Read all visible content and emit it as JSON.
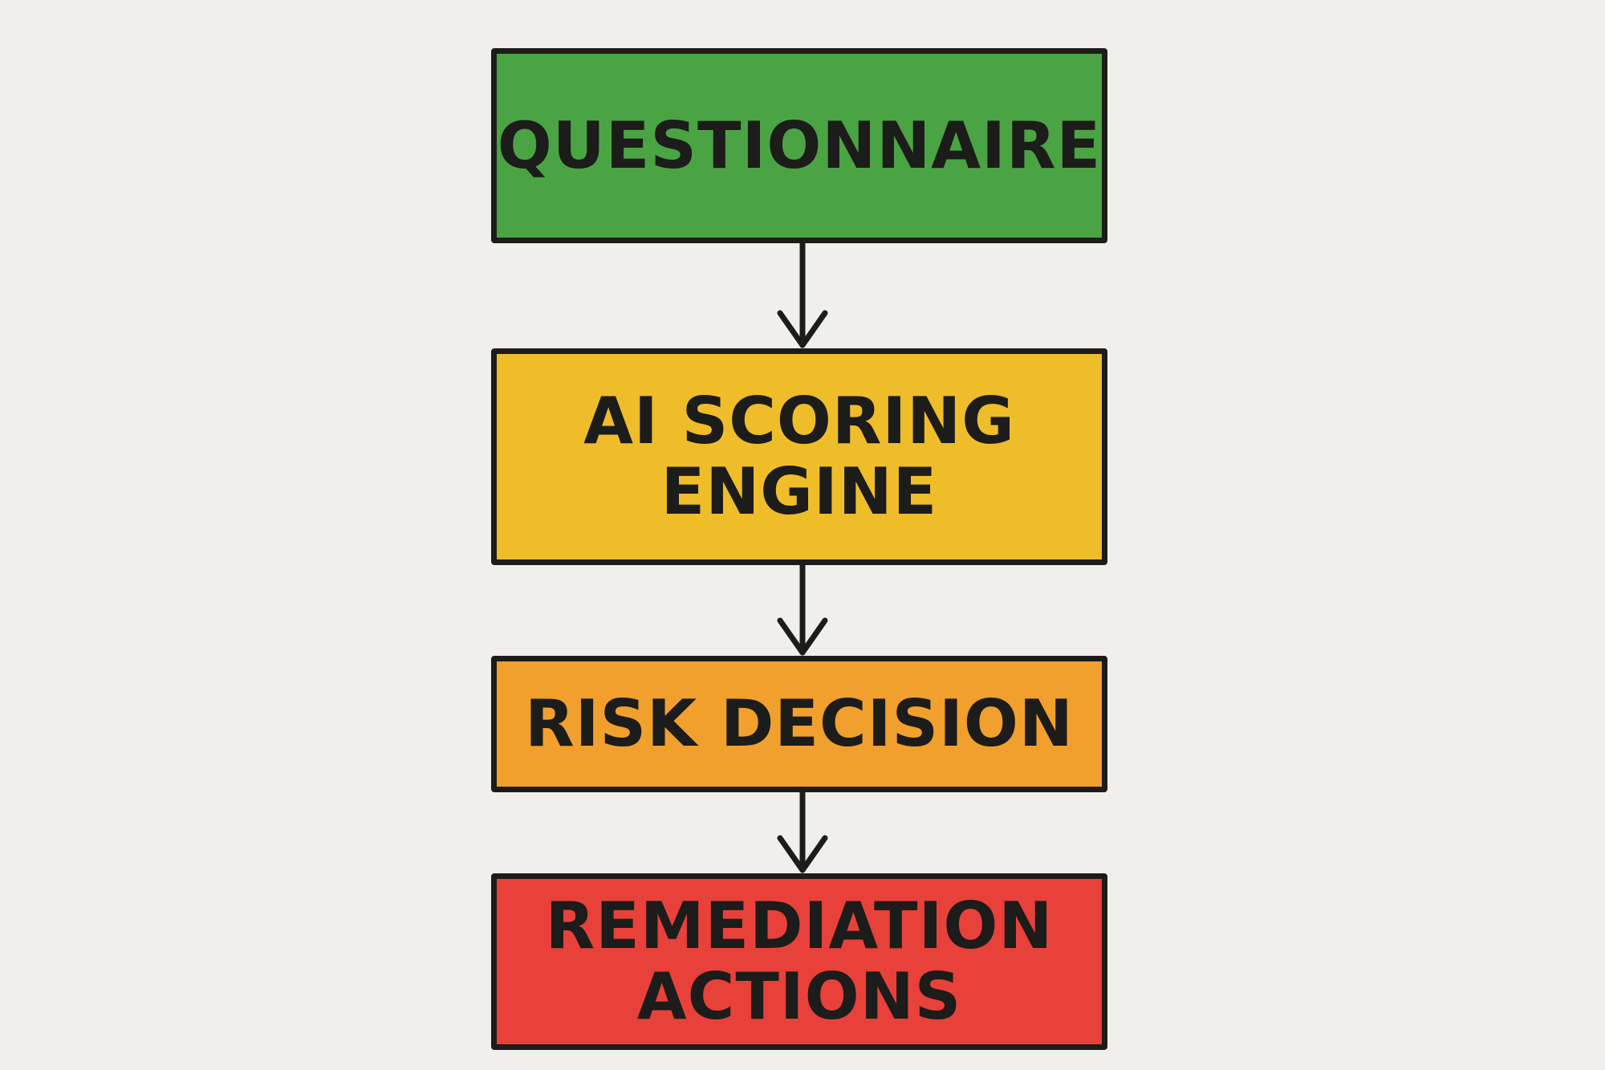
{
  "steps": [
    {
      "label": "QUESTIONNAIRE",
      "color": "#4ba444"
    },
    {
      "label": "AI SCORING\nENGINE",
      "color": "#f0bd2a"
    },
    {
      "label": "RISK DECISION",
      "color": "#f1a02d"
    },
    {
      "label": "REMEDIATION\nACTIONS",
      "color": "#e8413a"
    }
  ],
  "colors": {
    "background": "#f0efeb",
    "outline": "#1c1c1a"
  }
}
